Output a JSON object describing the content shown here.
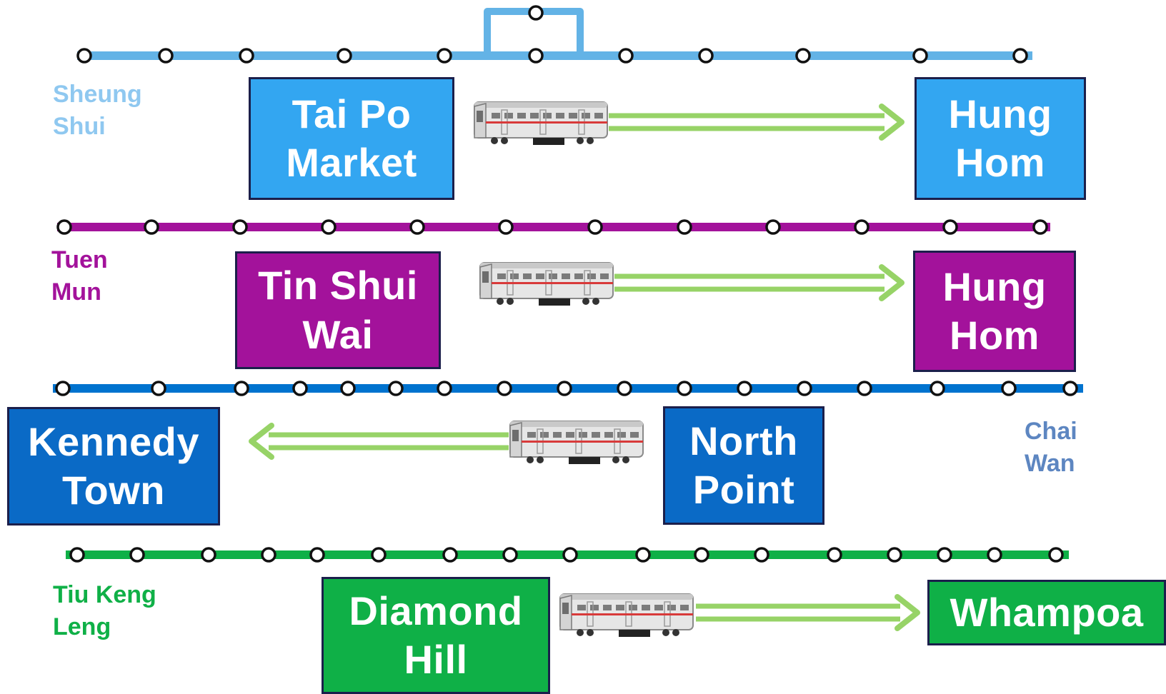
{
  "colors": {
    "east_rail": "#63b3e6",
    "east_rail_box": "#33a6f1",
    "tuen_ma": "#a3129b",
    "island": "#0073cf",
    "island_box": "#0a6ac6",
    "kwun_tong": "#0fb047",
    "arrow": "#97d367",
    "box_border": "#1b1f4b",
    "label_east_rail": "#8fc8f0",
    "label_island": "#5d86c1"
  },
  "icons": {
    "train": "train-icon",
    "arrow": "arrow-right-icon"
  },
  "lines": [
    {
      "id": "east-rail",
      "terminus": [
        "Sheung",
        "Shui"
      ],
      "origin": [
        "Tai Po",
        "Market"
      ],
      "destination": [
        "Hung",
        "Hom"
      ],
      "direction": "right"
    },
    {
      "id": "tuen-ma",
      "terminus": [
        "Tuen",
        "Mun"
      ],
      "origin": [
        "Tin Shui",
        "Wai"
      ],
      "destination": [
        "Hung",
        "Hom"
      ],
      "direction": "right"
    },
    {
      "id": "island",
      "terminus": [
        "Chai",
        "Wan"
      ],
      "origin": [
        "North",
        "Point"
      ],
      "destination": [
        "Kennedy",
        "Town"
      ],
      "direction": "left"
    },
    {
      "id": "kwun-tong",
      "terminus": [
        "Tiu Keng",
        "Leng"
      ],
      "origin": [
        "Diamond",
        "Hill"
      ],
      "destination": [
        "Whampoa"
      ],
      "direction": "right"
    }
  ]
}
